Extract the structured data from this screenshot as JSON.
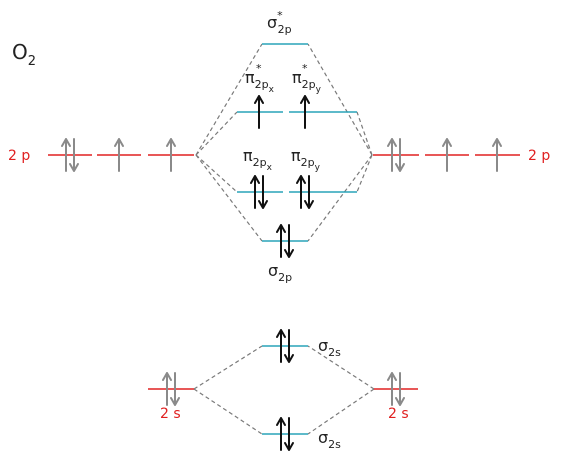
{
  "molecule": {
    "base": "O",
    "sub": "2"
  },
  "colors": {
    "atomic": "#e02020",
    "molecular": "#29a3b8",
    "electron_mo": "#111111",
    "electron_ao": "#8a8a8a",
    "connector": "#7a7a7a"
  },
  "atoms": {
    "left_2p": "2 p",
    "right_2p": "2 p",
    "left_2s": "2 s",
    "right_2s": "2 s"
  },
  "mo_labels": {
    "sigma_star_2p": {
      "sym": "σ",
      "sub": "2p",
      "sup": "*"
    },
    "pi_star_x": {
      "sym": "π",
      "sub": "2p",
      "subsub": "x",
      "sup": "*"
    },
    "pi_star_y": {
      "sym": "π",
      "sub": "2p",
      "subsub": "y",
      "sup": "*"
    },
    "pi_x": {
      "sym": "π",
      "sub": "2p",
      "subsub": "x"
    },
    "pi_y": {
      "sym": "π",
      "sub": "2p",
      "subsub": "y"
    },
    "sigma_2p": {
      "sym": "σ",
      "sub": "2p"
    },
    "sigma_star_2s": {
      "sym": "σ",
      "sub": "2s"
    },
    "sigma_2s": {
      "sym": "σ",
      "sub": "2s"
    }
  },
  "occupancy": {
    "left_2p": [
      2,
      1,
      1
    ],
    "right_2p": [
      2,
      1,
      1
    ],
    "sigma_star_2p": 0,
    "pi_star": [
      1,
      1
    ],
    "pi": [
      2,
      2
    ],
    "sigma_2p": 2,
    "sigma_star_2s": 2,
    "sigma_2s": 2,
    "left_2s": 2,
    "right_2s": 2
  }
}
